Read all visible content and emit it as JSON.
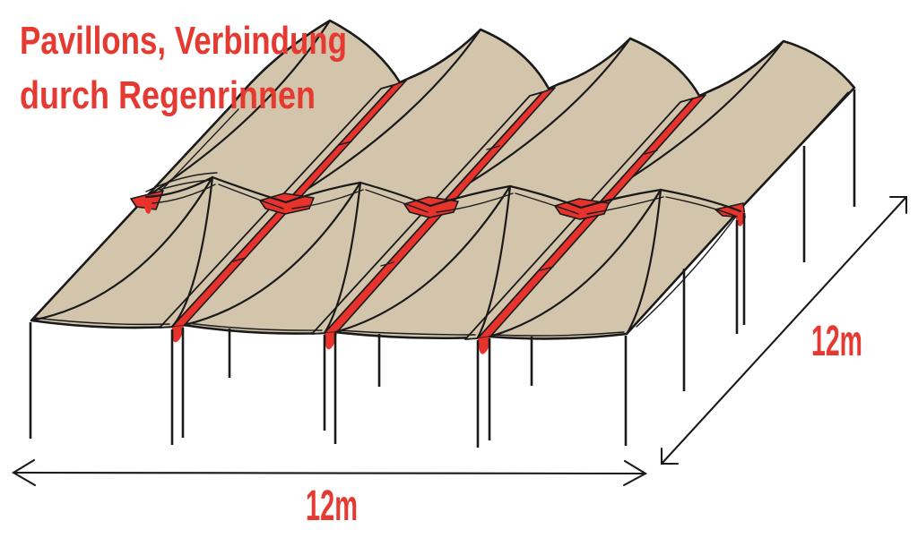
{
  "annotation": {
    "line1": "Pavillons, Verbindung",
    "line2": "durch Regenrinnen"
  },
  "dimensions": {
    "front": {
      "label": "12m"
    },
    "side": {
      "label": "12m"
    }
  },
  "pavilions": {
    "rows": 2,
    "columns": 4
  },
  "colors": {
    "background": "#ffffff",
    "canopy": "#d2c5ab",
    "gutter": "#e8322c",
    "outline": "#1a1a1a",
    "label": "#e43a31"
  }
}
